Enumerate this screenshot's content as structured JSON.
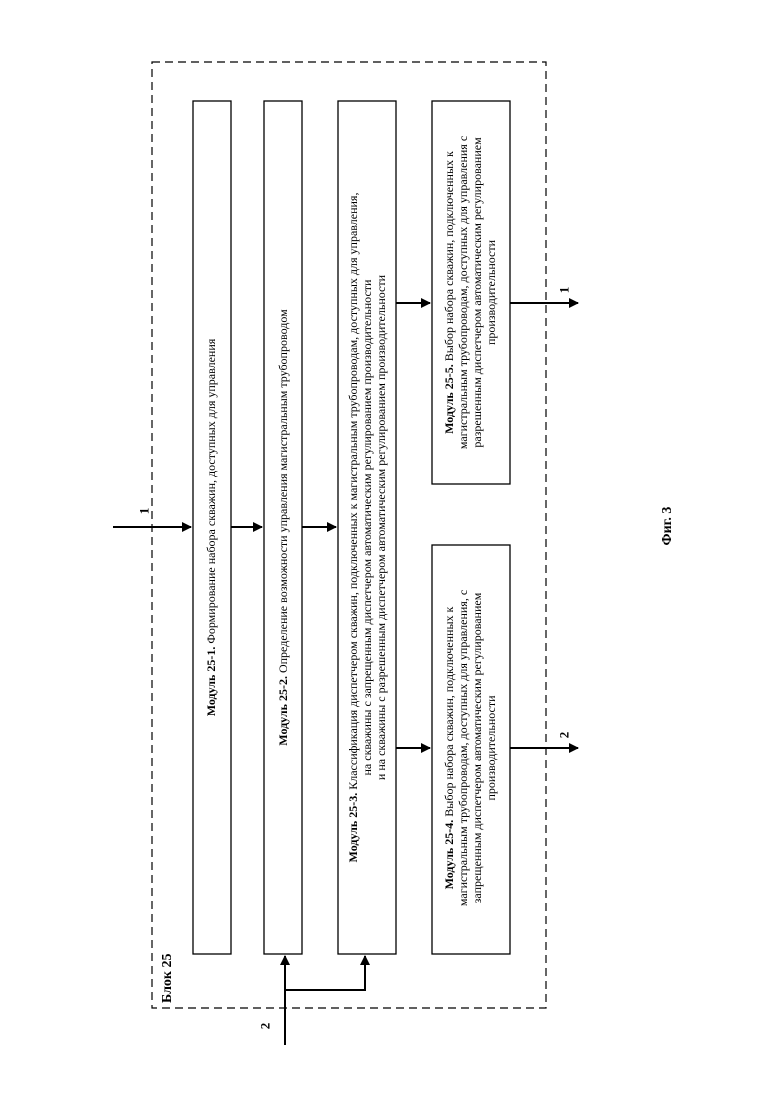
{
  "block_label": "Блок 25",
  "figure_caption": "Фиг. 3",
  "ports": {
    "in_1": "1",
    "in_2": "2",
    "out_1": "1",
    "out_2": "2"
  },
  "modules": [
    {
      "id": "25-1",
      "prefix": "Модуль 25-1.",
      "lines": [
        "Формирование набора скважин, доступных для управления"
      ]
    },
    {
      "id": "25-2",
      "prefix": "Модуль 25-2.",
      "lines": [
        "Определение возможности управления магистральным трубопроводом"
      ]
    },
    {
      "id": "25-3",
      "prefix": "Модуль 25-3.",
      "lines": [
        "Классификация диспетчером скважин, подключенных  к магистральным трубопроводам, доступных для управления,",
        "на скважины с запрещенным диспетчером автоматическим регулированием производительности",
        "и на скважины с разрешенным диспетчером автоматическим регулированием производительности"
      ]
    },
    {
      "id": "25-4",
      "prefix": "Модуль 25-4.",
      "lines": [
        "Выбор набора скважин, подключенных  к",
        "магистральным трубопроводам, доступных для управления, с",
        "запрещенным диспетчером автоматическим регулированием",
        "производительности"
      ]
    },
    {
      "id": "25-5",
      "prefix": "Модуль 25-5.",
      "lines": [
        "Выбор набора скважин, подключенных  к",
        "магистральным трубопроводам, доступных для управления с",
        "разрешенным диспетчером автоматическим регулированием",
        "производительности"
      ]
    }
  ]
}
